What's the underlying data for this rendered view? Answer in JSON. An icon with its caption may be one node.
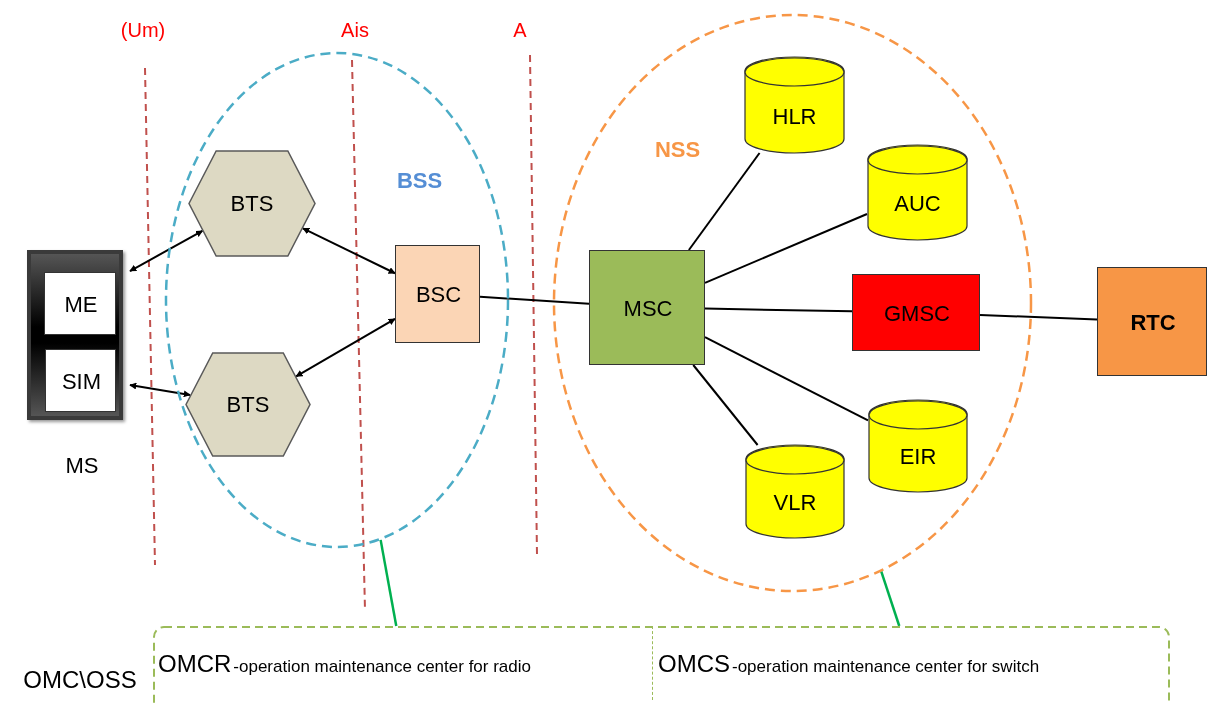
{
  "diagram": {
    "nodes": [
      {
        "text": [],
        "shape": "box",
        "beside": [
          "MS"
        ]
      },
      {
        "text": [
          "ME"
        ],
        "in": 0
      },
      {
        "text": [
          "SIM"
        ],
        "in": 0
      },
      {
        "text": [
          "BSS"
        ]
      },
      {
        "text": [
          "BTS"
        ],
        "in": 3
      },
      {
        "text": [
          "BTS"
        ],
        "in": 3
      },
      {
        "text": [
          "BSC"
        ],
        "in": 3
      },
      {
        "text": [
          "NSS"
        ]
      },
      {
        "text": [
          "HLR"
        ],
        "in": 7
      },
      {
        "text": [
          "AUC"
        ],
        "in": 7
      },
      {
        "text": [
          "MSC"
        ],
        "in": 7
      },
      {
        "text": [
          "GMSC"
        ],
        "in": 7
      },
      {
        "text": [
          "EIR"
        ],
        "in": 7
      },
      {
        "text": [
          "VLR"
        ],
        "in": 7
      },
      {
        "text": [
          "RTC"
        ]
      },
      {
        "text": [
          "OMC\\OSS"
        ]
      },
      {
        "text": [
          "OMCR",
          "-operation maintenance center for radio"
        ],
        "in": 15
      },
      {
        "text": [
          "OMCS",
          "-operation maintenance center for switch"
        ],
        "in": 15
      }
    ],
    "edges": [
      {
        "from": 1,
        "to": 4,
        "arrow": "both"
      },
      {
        "from": 2,
        "to": 5,
        "arrow": "both"
      },
      {
        "from": 4,
        "to": 6,
        "arrow": "both"
      },
      {
        "from": 5,
        "to": 6,
        "arrow": "both"
      },
      {
        "from": 6,
        "to": 10,
        "arrow": "none"
      },
      {
        "from": 10,
        "to": 8,
        "arrow": "none"
      },
      {
        "from": 10,
        "to": 9,
        "arrow": "none"
      },
      {
        "from": 10,
        "to": 11,
        "arrow": "none"
      },
      {
        "from": 10,
        "to": 12,
        "arrow": "none"
      },
      {
        "from": 10,
        "to": 13,
        "arrow": "none"
      },
      {
        "from": 11,
        "to": 14,
        "arrow": "none"
      },
      {
        "from": 3,
        "to": 16,
        "arrow": "none",
        "color": "#00b050"
      },
      {
        "from": 7,
        "to": 17,
        "arrow": "none",
        "color": "#00b050"
      }
    ],
    "labels": [
      "(Um)",
      "Ais",
      "A"
    ]
  }
}
